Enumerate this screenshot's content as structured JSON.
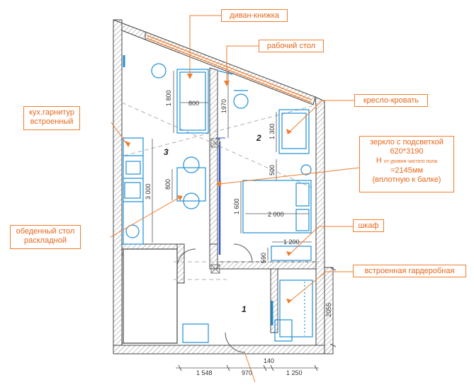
{
  "colors": {
    "accent": "#ef7d2f",
    "accent_text": "#e8671a",
    "furniture": "#1f8fd6",
    "mirror": "#2a56c6",
    "wall": "#555555"
  },
  "callouts": {
    "sofa": "диван-книжка",
    "desk": "рабочий стол",
    "armchair": "кресло-кровать",
    "kitchen_line1": "кух.гарнитур",
    "kitchen_line2": "встроенный",
    "mirror_line1": "зеркло с подсветкой",
    "mirror_line2": "620*3190",
    "mirror_line3_h": "H",
    "mirror_line3_sub": "от уровня чистого пола",
    "mirror_line4": "=2145мм",
    "mirror_line5": "(вплотную к балке)",
    "wardrobe": "шкаф",
    "dining_line1": "обеденный стол",
    "dining_line2": "раскладной",
    "closet": "встроенная гардеробная"
  },
  "rooms": {
    "r1": "1",
    "r2": "2",
    "r3": "3"
  },
  "dimensions": {
    "d1800": "1 800",
    "d800a": "800",
    "d1970": "1970",
    "d1300": "1 300",
    "d500": "500",
    "d3000": "3 000",
    "d800b": "800",
    "d1600": "1 600",
    "d2000": "2 000",
    "d1200": "1 200",
    "d590": "590",
    "d2055": "2055",
    "d1548": "1 548",
    "d970": "970",
    "d140": "140",
    "d1250": "1 250"
  }
}
